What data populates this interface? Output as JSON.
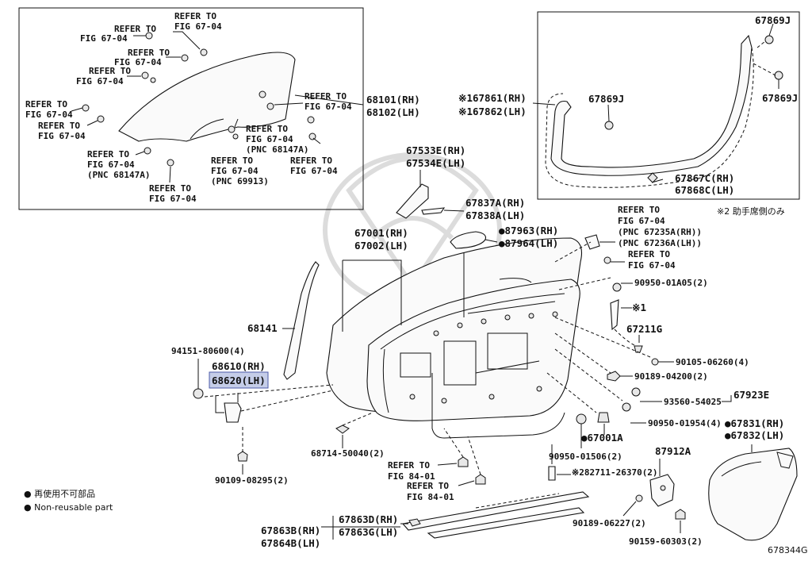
{
  "diagram_code": "678344G",
  "legend": {
    "bullet": "●",
    "line_jp": "再使用不可部品",
    "line_en": "Non-reusable part"
  },
  "note2": "※2 助手席側のみ",
  "marks": {
    "star1": "※1",
    "star2": "※2"
  },
  "labels": {
    "ref_a": "REFER TO",
    "ref_b": "FIG 67-04",
    "ref_c": "(PNC 68147A)",
    "ref_d": "(PNC 69913)",
    "ref_e": "FIG 84-01",
    "ref_f": "(PNC 67235A(RH))",
    "ref_g": "(PNC 67236A(LH))"
  },
  "parts": {
    "p68101": "68101(RH)",
    "p68102": "68102(LH)",
    "p67861": "※167861(RH)",
    "p67862": "※167862(LH)",
    "p67869J": "67869J",
    "p67867C": "67867C(RH)",
    "p67868C": "67868C(LH)",
    "p67533E": "67533E(RH)",
    "p67534E": "67534E(LH)",
    "p67837A": "67837A(RH)",
    "p67838A": "67838A(LH)",
    "p87963": "●87963(RH)",
    "p87964": "●87964(LH)",
    "p67001": "67001(RH)",
    "p67002": "67002(LH)",
    "p68141": "68141",
    "p94151": "94151-80600(4)",
    "p68610": "68610(RH)",
    "p68620": "68620(LH)",
    "p90109": "90109-08295(2)",
    "p68714": "68714-50040(2)",
    "p90950_01A05": "90950-01A05(2)",
    "p67211G": "67211G",
    "p90105": "90105-06260(4)",
    "p90189_04200": "90189-04200(2)",
    "p93560": "93560-54025",
    "p67923E": "67923E",
    "p90950_01954": "90950-01954(4)",
    "p67001A": "●67001A",
    "p90950_01506": "90950-01506(2)",
    "p82711": "※282711-26370(2)",
    "p67831": "●67831(RH)",
    "p67832": "●67832(LH)",
    "p87912A": "87912A",
    "p90189_06227": "90189-06227(2)",
    "p90159": "90159-60303(2)",
    "p67863D": "67863D(RH)",
    "p67863G": "67863G(LH)",
    "p67863B": "67863B(RH)",
    "p67864B": "67864B(LH)"
  }
}
